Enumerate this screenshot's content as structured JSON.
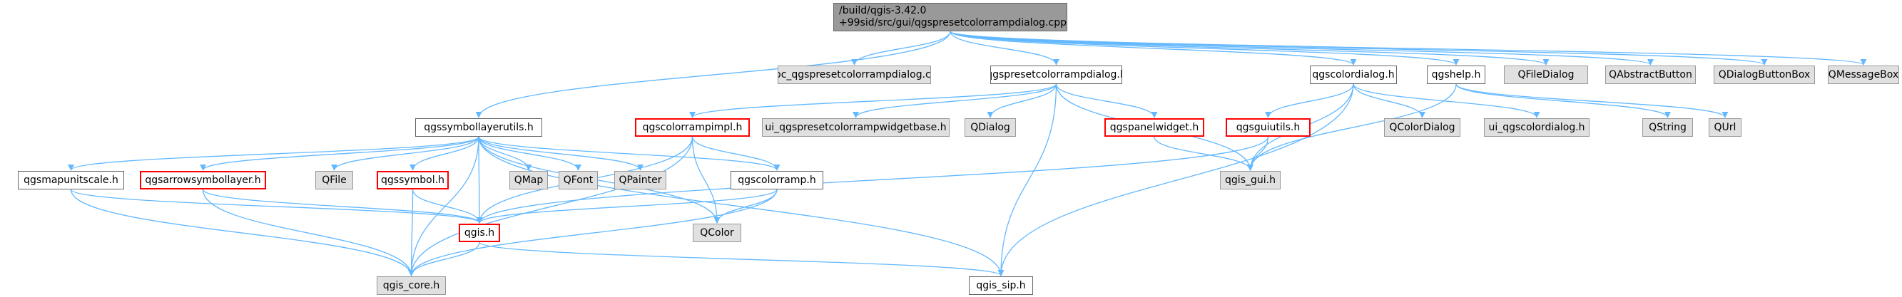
{
  "diagram": {
    "type": "include-dependency-graph",
    "edge_color": "#63b8ff",
    "arrow": "filled",
    "node_colors": {
      "root_fill": "#999999",
      "plain_fill": "#ffffff",
      "external_fill": "#e0e0e0",
      "plain_border": "#666666",
      "external_border": "#999999",
      "highlight_border": "#ff0000"
    },
    "nodes": [
      {
        "id": "root",
        "label": "/build/qgis-3.42.0\n+99sid/src/gui/qgspresetcolorrampdialog.cpp",
        "kind": "root"
      },
      {
        "id": "moc",
        "label": "moc_qgspresetcolorrampdialog.cpp",
        "kind": "external"
      },
      {
        "id": "presetdlg",
        "label": "qgspresetcolorrampdialog.h",
        "kind": "plain"
      },
      {
        "id": "colordlg",
        "label": "qgscolordialog.h",
        "kind": "plain"
      },
      {
        "id": "help",
        "label": "qgshelp.h",
        "kind": "plain"
      },
      {
        "id": "qfiledialog",
        "label": "QFileDialog",
        "kind": "external"
      },
      {
        "id": "qabstractbutton",
        "label": "QAbstractButton",
        "kind": "external"
      },
      {
        "id": "qdialogbuttonbox",
        "label": "QDialogButtonBox",
        "kind": "external"
      },
      {
        "id": "qmessagebox",
        "label": "QMessageBox",
        "kind": "external"
      },
      {
        "id": "symbollayerutils",
        "label": "qgssymbollayerutils.h",
        "kind": "plain"
      },
      {
        "id": "colorrampimpl",
        "label": "qgscolorrampimpl.h",
        "kind": "highlight"
      },
      {
        "id": "uipresetbase",
        "label": "ui_qgspresetcolorrampwidgetbase.h",
        "kind": "external"
      },
      {
        "id": "qdialog",
        "label": "QDialog",
        "kind": "external"
      },
      {
        "id": "panelwidget",
        "label": "qgspanelwidget.h",
        "kind": "highlight"
      },
      {
        "id": "guiutils",
        "label": "qgsguiutils.h",
        "kind": "highlight"
      },
      {
        "id": "qcolordialog",
        "label": "QColorDialog",
        "kind": "external"
      },
      {
        "id": "uicolordialog",
        "label": "ui_qgscolordialog.h",
        "kind": "external"
      },
      {
        "id": "qstring",
        "label": "QString",
        "kind": "external"
      },
      {
        "id": "qurl",
        "label": "QUrl",
        "kind": "external"
      },
      {
        "id": "mapunitscale",
        "label": "qgsmapunitscale.h",
        "kind": "plain"
      },
      {
        "id": "arrowsymbollayer",
        "label": "qgsarrowsymbollayer.h",
        "kind": "highlight"
      },
      {
        "id": "qfile",
        "label": "QFile",
        "kind": "external"
      },
      {
        "id": "symbol",
        "label": "qgssymbol.h",
        "kind": "highlight"
      },
      {
        "id": "qmap",
        "label": "QMap",
        "kind": "external"
      },
      {
        "id": "qfont",
        "label": "QFont",
        "kind": "external"
      },
      {
        "id": "qpainter",
        "label": "QPainter",
        "kind": "external"
      },
      {
        "id": "colorramp",
        "label": "qgscolorramp.h",
        "kind": "plain"
      },
      {
        "id": "qgisgui",
        "label": "qgis_gui.h",
        "kind": "external"
      },
      {
        "id": "qcolor",
        "label": "QColor",
        "kind": "external"
      },
      {
        "id": "qgis",
        "label": "qgis.h",
        "kind": "highlight"
      },
      {
        "id": "qgiscore",
        "label": "qgis_core.h",
        "kind": "external"
      },
      {
        "id": "qgissip",
        "label": "qgis_sip.h",
        "kind": "plain"
      }
    ],
    "edges": [
      [
        "root",
        "moc"
      ],
      [
        "root",
        "presetdlg"
      ],
      [
        "root",
        "colordlg"
      ],
      [
        "root",
        "help"
      ],
      [
        "root",
        "qfiledialog"
      ],
      [
        "root",
        "qabstractbutton"
      ],
      [
        "root",
        "qdialogbuttonbox"
      ],
      [
        "root",
        "qmessagebox"
      ],
      [
        "root",
        "symbollayerutils"
      ],
      [
        "presetdlg",
        "colorrampimpl"
      ],
      [
        "presetdlg",
        "uipresetbase"
      ],
      [
        "presetdlg",
        "qdialog"
      ],
      [
        "presetdlg",
        "panelwidget"
      ],
      [
        "presetdlg",
        "qgisgui"
      ],
      [
        "presetdlg",
        "qgissip"
      ],
      [
        "colordlg",
        "guiutils"
      ],
      [
        "colordlg",
        "qcolordialog"
      ],
      [
        "colordlg",
        "uicolordialog"
      ],
      [
        "colordlg",
        "qgisgui"
      ],
      [
        "colordlg",
        "qgissip"
      ],
      [
        "help",
        "qstring"
      ],
      [
        "help",
        "qurl"
      ],
      [
        "help",
        "qgisgui"
      ],
      [
        "symbollayerutils",
        "mapunitscale"
      ],
      [
        "symbollayerutils",
        "arrowsymbollayer"
      ],
      [
        "symbollayerutils",
        "qfile"
      ],
      [
        "symbollayerutils",
        "symbol"
      ],
      [
        "symbollayerutils",
        "qmap"
      ],
      [
        "symbollayerutils",
        "qfont"
      ],
      [
        "symbollayerutils",
        "qpainter"
      ],
      [
        "symbollayerutils",
        "colorramp"
      ],
      [
        "symbollayerutils",
        "qcolor"
      ],
      [
        "symbollayerutils",
        "qgis"
      ],
      [
        "symbollayerutils",
        "qgiscore"
      ],
      [
        "symbollayerutils",
        "qgissip"
      ],
      [
        "colorrampimpl",
        "colorramp"
      ],
      [
        "colorrampimpl",
        "qcolor"
      ],
      [
        "colorrampimpl",
        "qgis"
      ],
      [
        "colorrampimpl",
        "qgiscore"
      ],
      [
        "panelwidget",
        "qgisgui"
      ],
      [
        "guiutils",
        "qgisgui"
      ],
      [
        "guiutils",
        "qgis"
      ],
      [
        "mapunitscale",
        "qgis"
      ],
      [
        "mapunitscale",
        "qgiscore"
      ],
      [
        "arrowsymbollayer",
        "qgis"
      ],
      [
        "arrowsymbollayer",
        "qgiscore"
      ],
      [
        "symbol",
        "qgis"
      ],
      [
        "symbol",
        "qgiscore"
      ],
      [
        "colorramp",
        "qcolor"
      ],
      [
        "colorramp",
        "qgis"
      ],
      [
        "colorramp",
        "qgiscore"
      ],
      [
        "qgis",
        "qgiscore"
      ],
      [
        "qgis",
        "qgissip"
      ]
    ]
  }
}
